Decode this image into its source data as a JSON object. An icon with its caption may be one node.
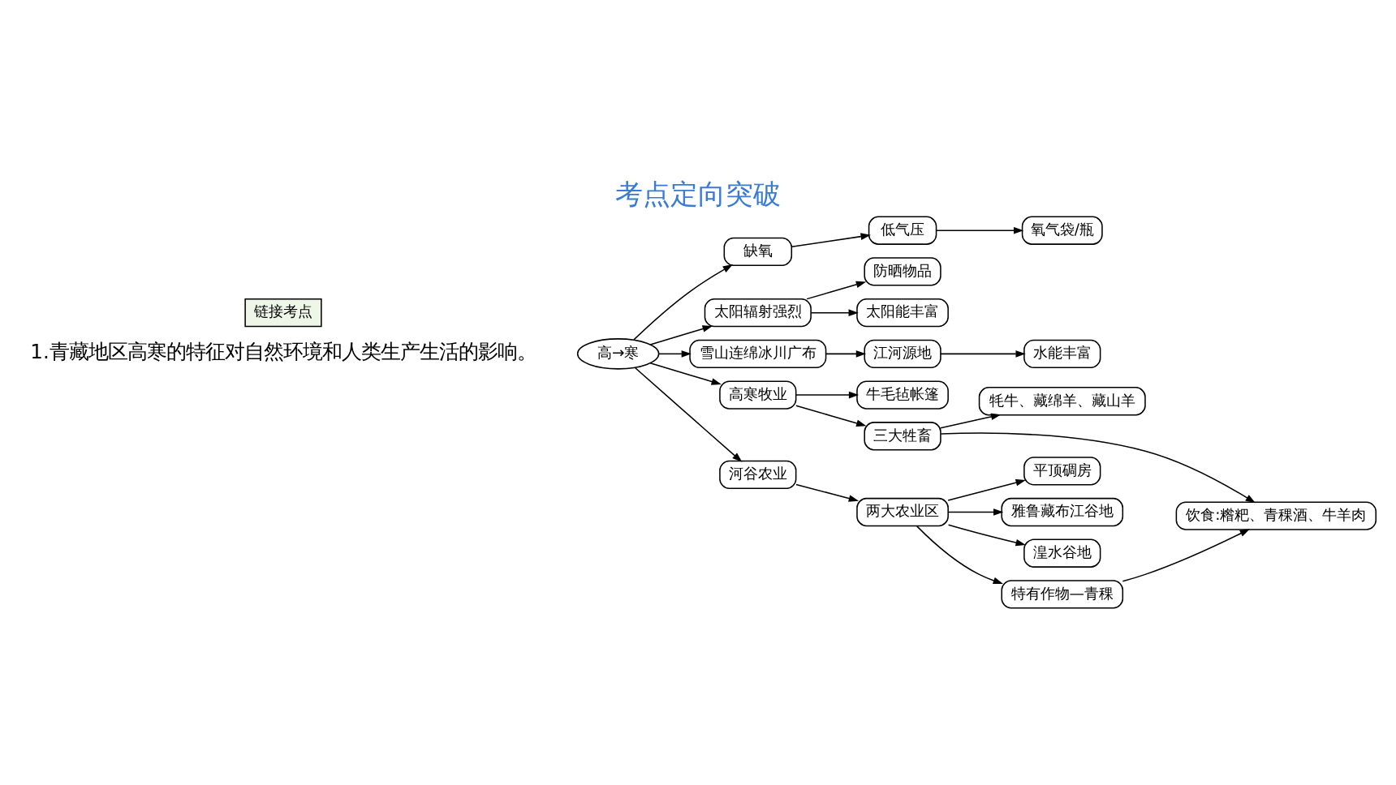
{
  "diagram": {
    "title": "考点定向突破",
    "nodes": [
      {
        "text": [
          "高→寒"
        ]
      },
      {
        "text": [
          "氧气袋/瓶"
        ]
      },
      {
        "text": [
          "低气压"
        ]
      },
      {
        "text": [
          "缺氧"
        ]
      },
      {
        "text": [
          "防晒物品"
        ]
      },
      {
        "text": [
          "太阳辐射强烈"
        ]
      },
      {
        "text": [
          "太阳能丰富"
        ]
      },
      {
        "text": [
          "雪山连绵冰川广布"
        ]
      },
      {
        "text": [
          "江河源地"
        ]
      },
      {
        "text": [
          "水能丰富"
        ]
      },
      {
        "text": [
          "平顶碉房"
        ]
      },
      {
        "text": [
          "雅鲁藏布江谷地"
        ]
      },
      {
        "text": [
          "高寒牧业"
        ]
      },
      {
        "text": [
          "河谷农业"
        ]
      },
      {
        "text": [
          "两大农业区"
        ]
      },
      {
        "text": [
          "湟水谷地"
        ]
      },
      {
        "text": [
          "牛毛毡帐篷"
        ]
      },
      {
        "text": [
          "三大牲畜"
        ]
      },
      {
        "text": [
          "特有作物—青稞"
        ]
      },
      {
        "text": [
          "牦牛、藏绵羊、藏山羊"
        ]
      },
      {
        "text": [
          "饮食:糌粑、青稞酒、牛羊肉"
        ]
      }
    ],
    "edges": [
      {
        "from": 0,
        "to": 3,
        "arrow": "to"
      },
      {
        "from": 3,
        "to": 2,
        "arrow": "to"
      },
      {
        "from": 2,
        "to": 1,
        "arrow": "to"
      },
      {
        "from": 0,
        "to": 5,
        "arrow": "to"
      },
      {
        "from": 5,
        "to": 4,
        "arrow": "to"
      },
      {
        "from": 5,
        "to": 6,
        "arrow": "to"
      },
      {
        "from": 0,
        "to": 7,
        "arrow": "to"
      },
      {
        "from": 7,
        "to": 8,
        "arrow": "to"
      },
      {
        "from": 8,
        "to": 9,
        "arrow": "to"
      },
      {
        "from": 0,
        "to": 12,
        "arrow": "to"
      },
      {
        "from": 0,
        "to": 13,
        "arrow": "to"
      },
      {
        "from": 13,
        "to": 14,
        "arrow": "to"
      },
      {
        "from": 14,
        "to": 10,
        "arrow": "to"
      },
      {
        "from": 14,
        "to": 11,
        "arrow": "to"
      },
      {
        "from": 14,
        "to": 15,
        "arrow": "to"
      },
      {
        "from": 14,
        "to": 18,
        "arrow": "to"
      },
      {
        "from": 12,
        "to": 16,
        "arrow": "to"
      },
      {
        "from": 12,
        "to": 17,
        "arrow": "to"
      },
      {
        "from": 17,
        "to": 19,
        "arrow": "to"
      },
      {
        "from": 17,
        "to": 20,
        "arrow": "to"
      },
      {
        "from": 18,
        "to": 20,
        "arrow": "to"
      }
    ],
    "labels": [
      "链接考点",
      "1.青藏地区高寒的特征对自然环境和人类生产生活的影响。"
    ]
  }
}
